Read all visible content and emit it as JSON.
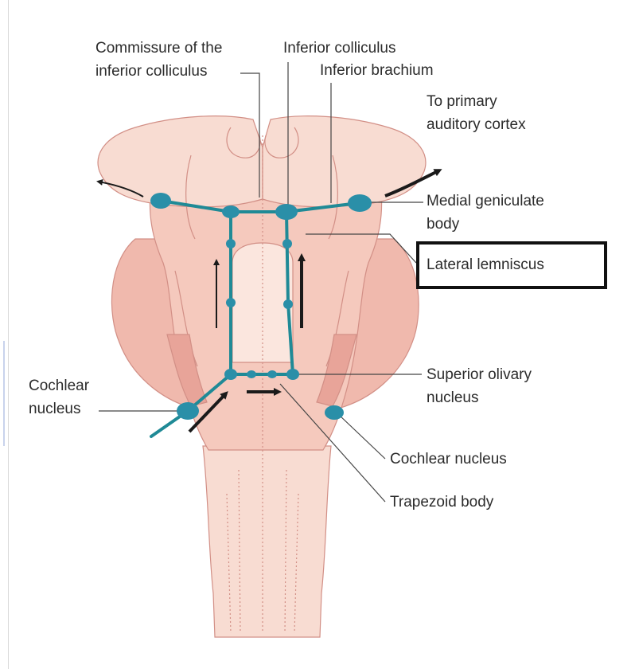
{
  "labels": {
    "commissure_line1": "Commissure of the",
    "commissure_line2": "inferior colliculus",
    "inferior_colliculus": "Inferior colliculus",
    "inferior_brachium": "Inferior brachium",
    "to_primary_line1": "To primary",
    "to_primary_line2": "auditory cortex",
    "medial_geniculate_line1": "Medial geniculate",
    "medial_geniculate_line2": "body",
    "lateral_lemniscus": "Lateral lemniscus",
    "superior_olivary_line1": "Superior olivary",
    "superior_olivary_line2": "nucleus",
    "cochlear_left_line1": "Cochlear",
    "cochlear_left_line2": "nucleus",
    "cochlear_right": "Cochlear nucleus",
    "trapezoid_body": "Trapezoid body"
  },
  "colors": {
    "tissue_light": "#f8dcd2",
    "tissue_mid": "#f0b9ad",
    "tissue_dark": "#e8a499",
    "tissue_outline": "#d28f86",
    "pathway": "#1f8a96",
    "nucleus": "#2a8fa8",
    "arrow": "#1a1a1a",
    "text": "#2b2b2b"
  }
}
